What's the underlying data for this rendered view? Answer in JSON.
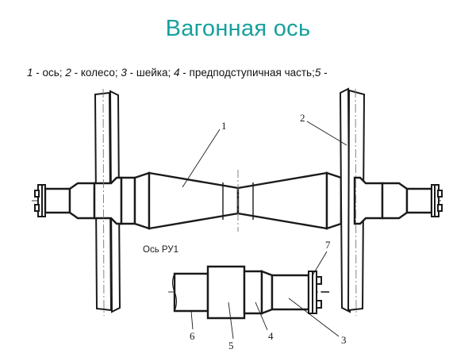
{
  "title": "Вагонная ось",
  "title_color": "#18a09c",
  "caption": {
    "part1_num": "1",
    "part1_text": " - ось; ",
    "part2_num": "2",
    "part2_text": " - колесо; ",
    "part3_num": "3",
    "part3_text": " - шейка; ",
    "part4_num": "4",
    "part4_text": " - предподступичная часть;",
    "part5_num": "5",
    "part5_text": " -"
  },
  "drawing": {
    "line_color": "#1a1a1a",
    "fill_color": "#ffffff",
    "detail_title": "Ось РУ1",
    "labels": {
      "axle": "1",
      "wheel": "2",
      "journal": "3",
      "pre_hub": "4",
      "hub_seat": "5",
      "middle": "6",
      "end_plate": "7"
    }
  }
}
